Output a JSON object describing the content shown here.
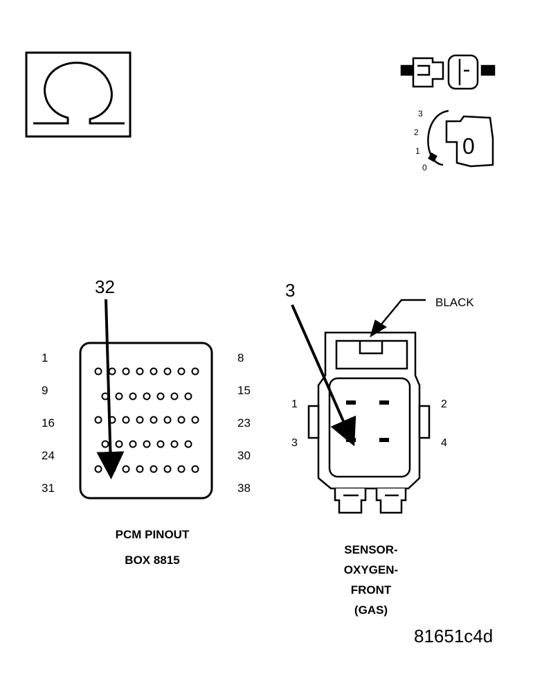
{
  "ohmmeter": {
    "symbol": "Ω"
  },
  "ignition": {
    "positions": [
      "3",
      "2",
      "1",
      "0"
    ],
    "key_position": "0"
  },
  "pcm": {
    "callout_pin": "32",
    "left_row_labels": [
      "1",
      "9",
      "16",
      "24",
      "31"
    ],
    "right_row_labels": [
      "8",
      "15",
      "23",
      "30",
      "38"
    ],
    "title_line1": "PCM PINOUT",
    "title_line2": "BOX 8815"
  },
  "sensor": {
    "callout_pin": "3",
    "color_label": "BLACK",
    "pin_labels": {
      "p1": "1",
      "p2": "2",
      "p3": "3",
      "p4": "4"
    },
    "title_lines": [
      "SENSOR-",
      "OXYGEN-",
      "FRONT",
      "(GAS)"
    ]
  },
  "figure_id": "81651c4d"
}
